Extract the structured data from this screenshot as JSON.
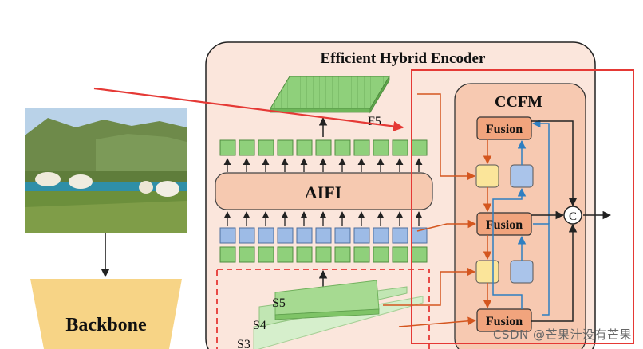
{
  "encoder": {
    "title": "Efficient Hybrid Encoder"
  },
  "ccfm": {
    "title": "CCFM"
  },
  "aifi": {
    "label": "AIFI"
  },
  "feature_labels": {
    "f5": "F5",
    "s5": "S5",
    "s4": "S4",
    "s3": "S3"
  },
  "fusion": {
    "top": "Fusion",
    "middle": "Fusion",
    "bottom": "Fusion"
  },
  "concat": {
    "symbol": "C"
  },
  "backbone": {
    "label": "Backbone"
  },
  "watermark": {
    "text": "CSDN @芒果汁没有芒果"
  },
  "colors": {
    "encoder_bg": "#fbe6dc",
    "ccfm_bg": "#f7c9b1",
    "fusion_box": "#f1a47d",
    "aifi_box": "#f6c9b0",
    "token_green": "#8fd07b",
    "token_blue": "#9dbbe6",
    "yellow_box": "#fbe59a",
    "blue_box": "#aac4ea",
    "highlight_red": "#e53935",
    "arrow_orange": "#d4561f",
    "arrow_blue": "#2f7fc1",
    "backbone_fill": "#f7d486"
  },
  "icons": {
    "photo": "sheep-landscape-photo"
  }
}
